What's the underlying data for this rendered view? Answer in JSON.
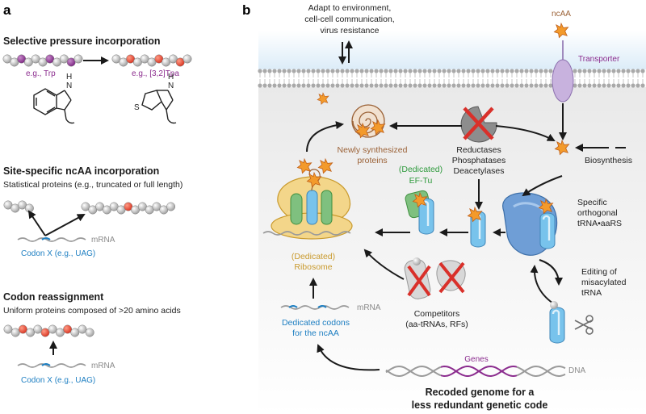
{
  "panel_a": {
    "letter": "a",
    "section1": {
      "heading": "Selective pressure incorporation",
      "left_example": "e.g., Trp",
      "right_example": "e.g., [3,2]Tpa",
      "trp_ring_atom": "H",
      "trp_n": "N",
      "tpa_h": "H",
      "tpa_n": "N",
      "tpa_s": "S"
    },
    "section2": {
      "heading": "Site-specific ncAA incorporation",
      "subheading": "Statistical proteins (e.g., truncated or full length)",
      "mrna": "mRNA",
      "codon": "Codon X (e.g., UAG)"
    },
    "section3": {
      "heading": "Codon reassignment",
      "subheading": "Uniform proteins composed of >20 amino acids",
      "mrna": "mRNA",
      "codon": "Codon X (e.g., UAG)"
    }
  },
  "panel_b": {
    "letter": "b",
    "adapt_line1": "Adapt to environment,",
    "adapt_line2": "cell-cell communication,",
    "adapt_line3": "virus resistance",
    "ncaa": "ncAA",
    "transporter": "Transporter",
    "newly_line1": "Newly synthesized",
    "newly_line2": "proteins",
    "reductases": "Reductases",
    "phosphatases": "Phosphatases",
    "deacetylases": "Deacetylases",
    "biosynthesis": "Biosynthesis",
    "eftu_line1": "(Dedicated)",
    "eftu_line2": "EF-Tu",
    "specific_line1": "Specific",
    "specific_line2": "orthogonal",
    "specific_line3": "tRNA•aaRS",
    "ribosome_line1": "(Dedicated)",
    "ribosome_line2": "Ribosome",
    "editing_line1": "Editing of",
    "editing_line2": "misacylated",
    "editing_line3": "tRNA",
    "mrna": "mRNA",
    "dedicated_line1": "Dedicated codons",
    "dedicated_line2": "for the ncAA",
    "competitors_line1": "Competitors",
    "competitors_line2": "(aa-tRNAs, RFs)",
    "genes": "Genes",
    "dna": "DNA",
    "recoded_line1": "Recoded genome for a",
    "recoded_line2": "less redundant genetic code"
  },
  "colors": {
    "ncaa_star": "#f39a2b",
    "aa_gray": "#b9b9b9",
    "aa_purple": "#8b2c8e",
    "aa_red": "#e8432f",
    "trna_blue": "#78c3ec",
    "eftu_green": "#7fc07f",
    "ribosome_gold": "#f3d68a",
    "transporter_lilac": "#c8b2de",
    "cross_red": "#d9302a"
  }
}
